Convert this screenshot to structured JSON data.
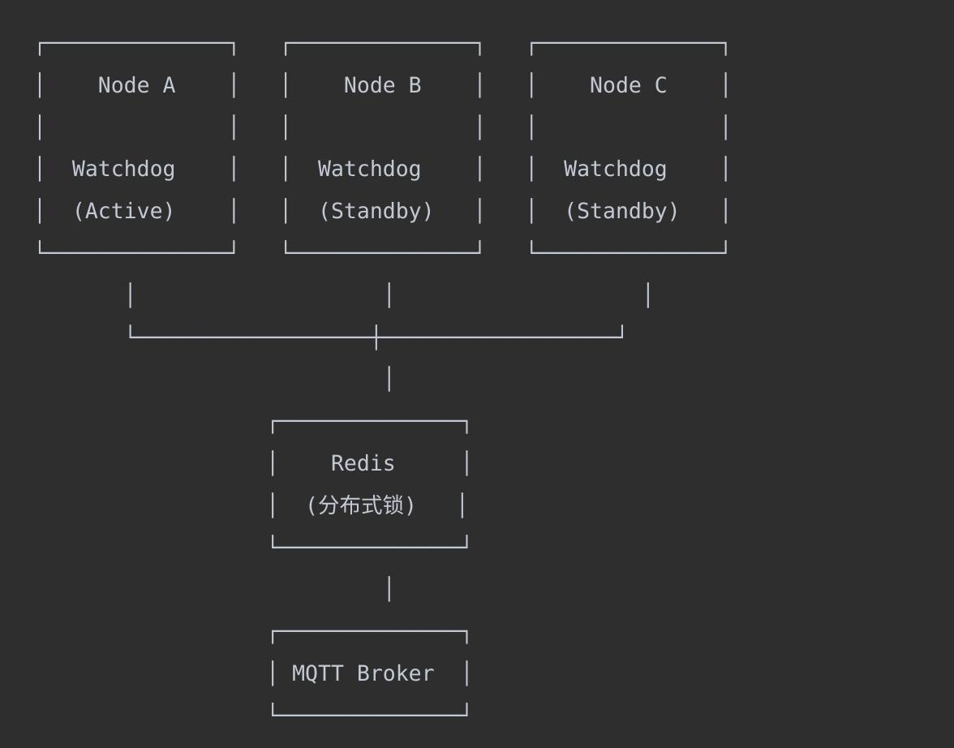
{
  "meta": {
    "background_color": "#2e2e2e",
    "foreground_color": "#c3c9d4",
    "title": "Watchdog High-Availability Architecture (ASCII diagram)"
  },
  "nodes": [
    {
      "id": "node-a",
      "title": "Node A",
      "service": "Watchdog",
      "state": "(Active)"
    },
    {
      "id": "node-b",
      "title": "Node B",
      "service": "Watchdog",
      "state": "(Standby)"
    },
    {
      "id": "node-c",
      "title": "Node C",
      "service": "Watchdog",
      "state": "(Standby)"
    }
  ],
  "middleware": {
    "id": "redis",
    "title": "Redis",
    "subtitle": "(分布式锁)"
  },
  "broker": {
    "id": "mqtt-broker",
    "title": "MQTT Broker"
  },
  "ascii": {
    "lines": [
      "┌──────────────┐   ┌──────────────┐   ┌──────────────┐",
      "│    Node A    │   │    Node B    │   │    Node C    │",
      "│              │   │              │   │              │",
      "│  Watchdog    │   │  Watchdog    │   │  Watchdog    │",
      "│  (Active)    │   │  (Standby)   │   │  (Standby)   │",
      "└──────────────┘   └──────────────┘   └──────────────┘",
      "       │                   │                   │",
      "       └──────────────────┼──────────────────┘",
      "                           │",
      "                  ┌──────────────┐",
      "                  │    Redis     │",
      "                  │  (分布式锁)   │",
      "                  └──────────────┘",
      "                           │",
      "                  ┌──────────────┐",
      "                  │ MQTT Broker  │",
      "                  └──────────────┘"
    ]
  }
}
